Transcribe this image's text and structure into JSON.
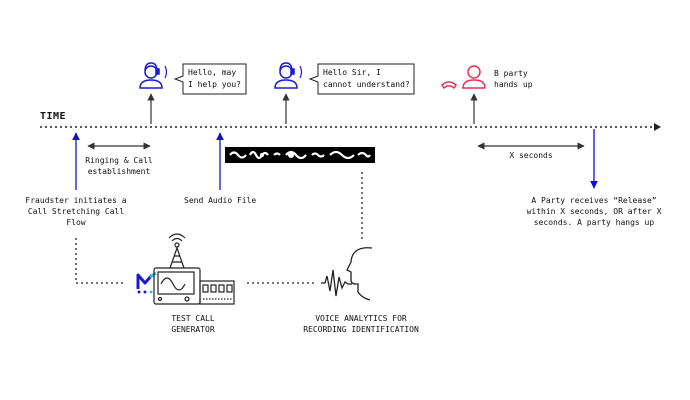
{
  "timeline": {
    "label": "TIME"
  },
  "colors": {
    "agent_blue": "#1a1ad6",
    "b_party_red": "#e8305a",
    "arrow_dark": "#333333",
    "marker_blue": "#1010d8"
  },
  "bubbles": [
    {
      "text": "Hello, may\nI help you?"
    },
    {
      "text": "Hello Sir, I\ncannot understand?"
    }
  ],
  "b_party": {
    "text": "B party\nhands up",
    "icon": "phone-hangup-icon"
  },
  "labels": {
    "ringing": "Ringing & Call\nestablishment",
    "x_seconds": "X seconds",
    "fraudster": "Fraudster initiates a\nCall Stretching Call\nFlow",
    "send_audio": "Send Audio File",
    "a_party": "A Party receives “Release”\nwithin X seconds, OR after X\nseconds. A party hangs up",
    "test_call": "TEST CALL\nGENERATOR",
    "voice_analytics": "VOICE ANALYTICS FOR\nRECORDING IDENTIFICATION"
  },
  "icons": [
    "headset-agent-icon",
    "speech-bubble-icon",
    "waveform-icon",
    "radio-tower-icon",
    "test-equipment-icon",
    "speaking-head-icon",
    "logo-icon"
  ]
}
